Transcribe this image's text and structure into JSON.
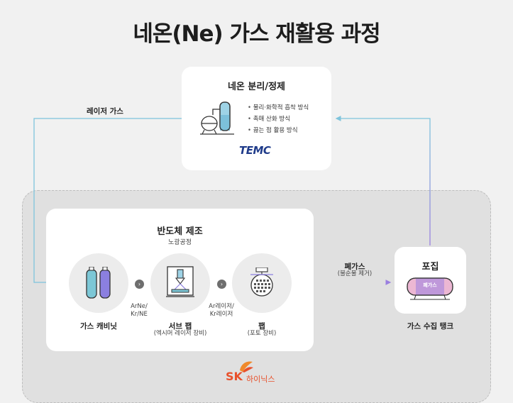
{
  "title": "네온(Ne) 가스 재활용 과정",
  "separation": {
    "heading": "네온 분리/정제",
    "methods": [
      "물리·화학적 흡착 방식",
      "촉매 산화 방식",
      "끓는 점 활용 방식"
    ],
    "logo_text": "TEMC"
  },
  "laser_gas_label": "레이저 가스",
  "fab": {
    "heading": "반도체 제조",
    "subheading": "노광공정",
    "items": [
      {
        "label": "가스 캐비닛",
        "sub": ""
      },
      {
        "label": "서브 팹",
        "sub": "(엑시머 레이저 장비)"
      },
      {
        "label": "팹",
        "sub": "(포토 장비)"
      }
    ],
    "flow_labels": [
      {
        "line1": "ArNe/",
        "line2": "Kr/NE"
      },
      {
        "line1": "Ar레이저/",
        "line2": "Kr레이저"
      }
    ]
  },
  "waste_gas": {
    "label": "폐가스",
    "sub": "(불순물 제거)"
  },
  "trap": {
    "heading": "포집",
    "tank_label": "폐가스",
    "caption": "가스 수집 탱크"
  },
  "company_logo": {
    "mark": "SK",
    "text": "하이닉스"
  },
  "colors": {
    "line_blue": "#7ec4dc",
    "line_purple": "#9a7fe0",
    "accent_orange": "#e8502b"
  }
}
